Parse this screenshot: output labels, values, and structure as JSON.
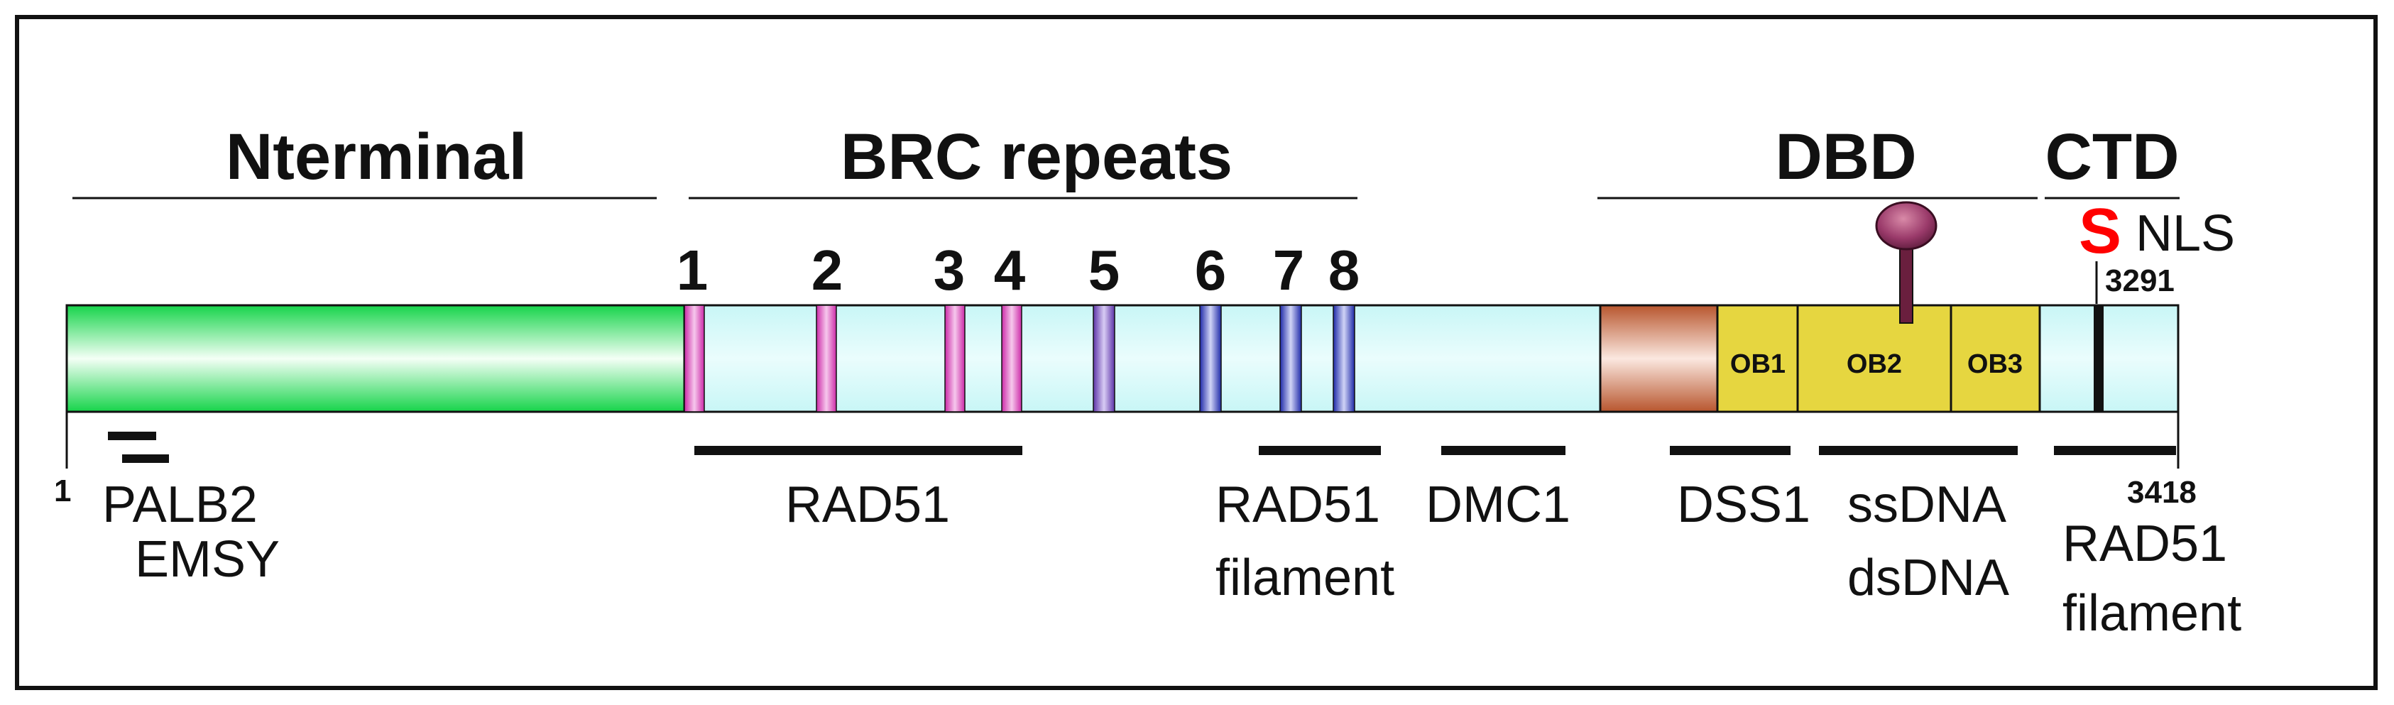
{
  "domains": [
    {
      "id": "nterminal",
      "label": "Nterminal"
    },
    {
      "id": "brc",
      "label": "BRC repeats"
    },
    {
      "id": "dbd",
      "label": "DBD"
    },
    {
      "id": "ctd",
      "label": "CTD"
    }
  ],
  "repeats": [
    "1",
    "2",
    "3",
    "4",
    "5",
    "6",
    "7",
    "8"
  ],
  "ob_folds": [
    "OB1",
    "OB2",
    "OB3"
  ],
  "nls_site": {
    "residue": "S",
    "label": "NLS",
    "position": "3291"
  },
  "positions": {
    "start": "1",
    "end": "3418"
  },
  "binders": [
    {
      "id": "palb2",
      "lines": [
        "PALB2"
      ]
    },
    {
      "id": "emsy",
      "lines": [
        "EMSY"
      ]
    },
    {
      "id": "rad51",
      "lines": [
        "RAD51"
      ]
    },
    {
      "id": "rad51-filament",
      "lines": [
        "RAD51",
        "filament"
      ]
    },
    {
      "id": "dmc1",
      "lines": [
        "DMC1"
      ]
    },
    {
      "id": "dss1",
      "lines": [
        "DSS1"
      ]
    },
    {
      "id": "ssdna-dsdna",
      "lines": [
        "ssDNA",
        "dsDNA"
      ]
    },
    {
      "id": "ctd-rad51-filament",
      "lines": [
        "RAD51",
        "filament"
      ]
    }
  ],
  "colors": {
    "nterminal_fill": "#22e05a",
    "brc_region_fill": "#d8fbfb",
    "repeat_magenta": "#cc2aa8",
    "repeat_purple": "#6a3aa8",
    "repeat_blue": "#2a2ab0",
    "helical_brown": "#c0603a",
    "ob_fill": "#e6d640",
    "lollipop": "#9a3a6a",
    "nls_red": "#ff0000"
  }
}
